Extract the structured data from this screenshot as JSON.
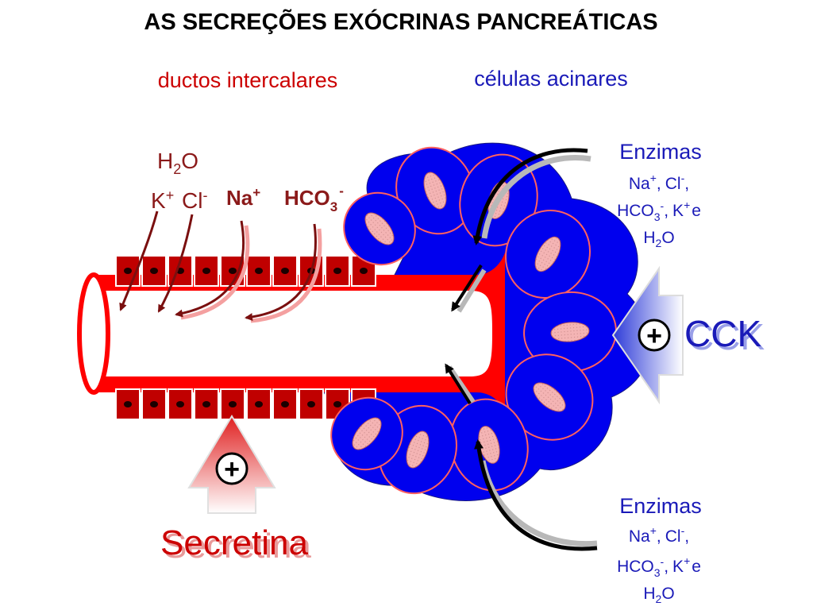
{
  "title": "AS SECREÇÕES EXÓCRINAS PANCREÁTICAS",
  "labels": {
    "ducts": "ductos intercalares",
    "acinar": "células acinares"
  },
  "duct_ions": {
    "h": "H",
    "two": "2",
    "o": "O",
    "k": "K",
    "plus": "+",
    "cl": "Cl",
    "minus": "-",
    "na": "Na",
    "hco": "HCO",
    "three": "3"
  },
  "acinar_secretions": {
    "enzimas": "Enzimas",
    "na": "Na",
    "plus": "+",
    "comma": ",",
    "cl": "Cl",
    "minus": "-",
    "hco": "HCO",
    "three": "3",
    "k": "K",
    "e": "e",
    "h": "H",
    "two": "2",
    "o": "O"
  },
  "stimuli": {
    "cck": "CCK",
    "secretina": "Secretina",
    "plus_sign": "+"
  },
  "colors": {
    "duct_red": "#ff0000",
    "cell_dark_red": "#c00000",
    "acinar_blue": "#0000ee",
    "nucleus_pink": "#f4b0b0",
    "text_blue": "#1a1ab8",
    "text_red": "#cc0000",
    "ion_dark_red": "#8b1a1a"
  }
}
